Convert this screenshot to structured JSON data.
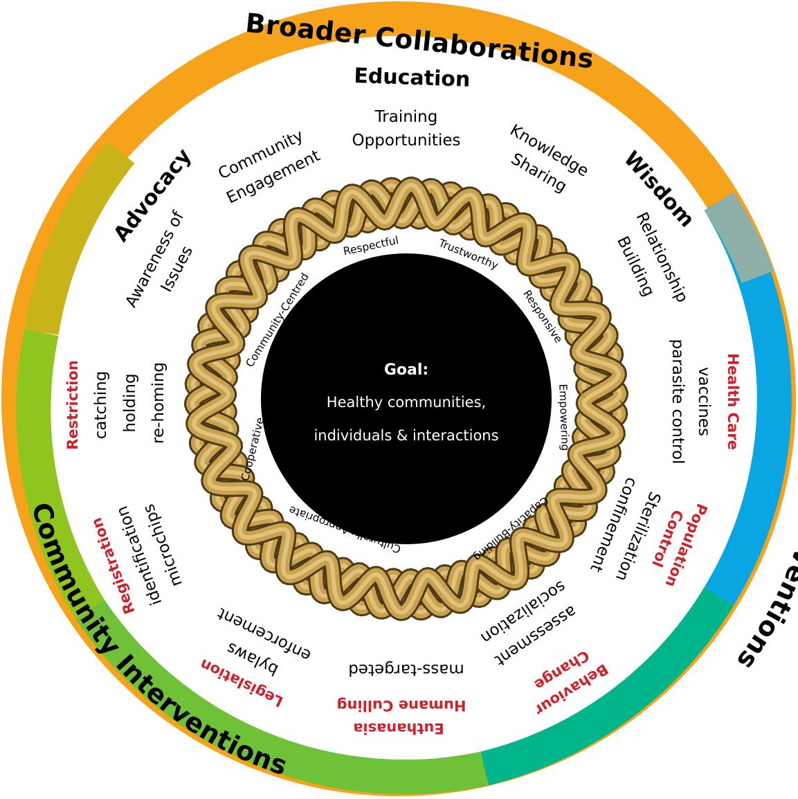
{
  "ring_colors": {
    "orange": "#f7a21b",
    "teal": "#00b48c",
    "blue": "#0aa6e3",
    "green": "#7fc41f"
  },
  "ring_labels": {
    "top": "Broader Collaborations",
    "right": "Veterinary Interventions",
    "left": "Community Interventions"
  },
  "categories": {
    "education": "Education",
    "wisdom": "Wisdom",
    "advocacy": "Advocacy"
  },
  "education_items": {
    "community_1": "Community",
    "community_2": "Engagement",
    "training_1": "Training",
    "training_2": "Opportunities",
    "knowledge_1": "Knowledge",
    "knowledge_2": "Sharing",
    "relationship_1": "Relationship",
    "relationship_2": "Building",
    "awareness_1": "Awareness of",
    "awareness_2": "Issues"
  },
  "interventions": {
    "health_care": {
      "label": "Health Care",
      "items": [
        "vaccines",
        "parasite control"
      ]
    },
    "population_control": {
      "label_1": "Population",
      "label_2": "Control",
      "items": [
        "Sterilization",
        "confinement"
      ]
    },
    "behaviour_change": {
      "label_1": "Behaviour",
      "label_2": "Change",
      "items": [
        "assessment",
        "socialization"
      ]
    },
    "euthanasia": {
      "label_1": "Euthanasia",
      "label_2": "Humane Culling",
      "items": [
        "mass-targeted"
      ]
    },
    "legislation": {
      "label": "Legislation",
      "items": [
        "bylaws",
        "enforcement"
      ]
    },
    "registration": {
      "label": "Registration",
      "items": [
        "identification",
        "microchips"
      ]
    },
    "restriction": {
      "label": "Restriction",
      "items": [
        "catching",
        "holding",
        "re-homing"
      ]
    }
  },
  "values": [
    "Respectful",
    "Trustworthy",
    "Responsive",
    "Empowering",
    "Capacity-Building",
    "Culturally Appropriate",
    "Cooperative",
    "Community-Centred"
  ],
  "goal": {
    "title": "Goal:",
    "line1": "Healthy communities,",
    "line2": "individuals & interactions"
  },
  "braid_color": "#c9a24e"
}
